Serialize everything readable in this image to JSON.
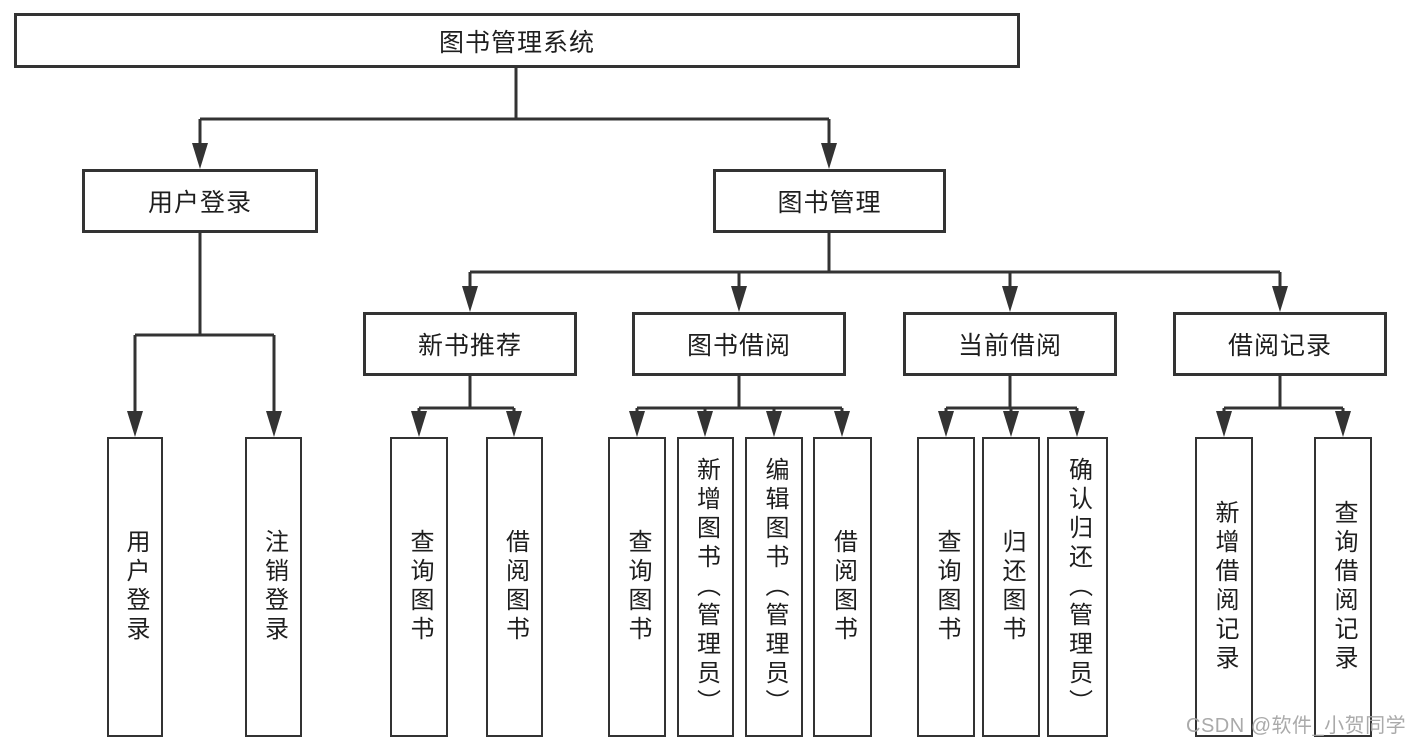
{
  "diagram": {
    "title": "图书管理系统",
    "root": {
      "label": "图书管理系统"
    },
    "level2": [
      {
        "label": "用户登录"
      },
      {
        "label": "图书管理"
      }
    ],
    "level3": [
      {
        "label": "新书推荐"
      },
      {
        "label": "图书借阅"
      },
      {
        "label": "当前借阅"
      },
      {
        "label": "借阅记录"
      }
    ],
    "leaves": {
      "user_login": [
        {
          "label": "用户登录"
        },
        {
          "label": "注销登录"
        }
      ],
      "new_book": [
        {
          "label": "查询图书"
        },
        {
          "label": "借阅图书"
        }
      ],
      "book_borrow": [
        {
          "label": "查询图书"
        },
        {
          "label": "新增图书（管理员）"
        },
        {
          "label": "编辑图书（管理员）"
        },
        {
          "label": "借阅图书"
        }
      ],
      "current_borrow": [
        {
          "label": "查询图书"
        },
        {
          "label": "归还图书"
        },
        {
          "label": "确认归还（管理员）"
        }
      ],
      "borrow_records": [
        {
          "label": "新增借阅记录"
        },
        {
          "label": "查询借阅记录"
        }
      ]
    }
  },
  "watermark": {
    "text": "CSDN @软件_小贺同学"
  },
  "colors": {
    "line": "#333333",
    "box_border": "#333333",
    "text": "#1e1e1e",
    "watermark": "#a3a3a3",
    "background": "#ffffff"
  }
}
